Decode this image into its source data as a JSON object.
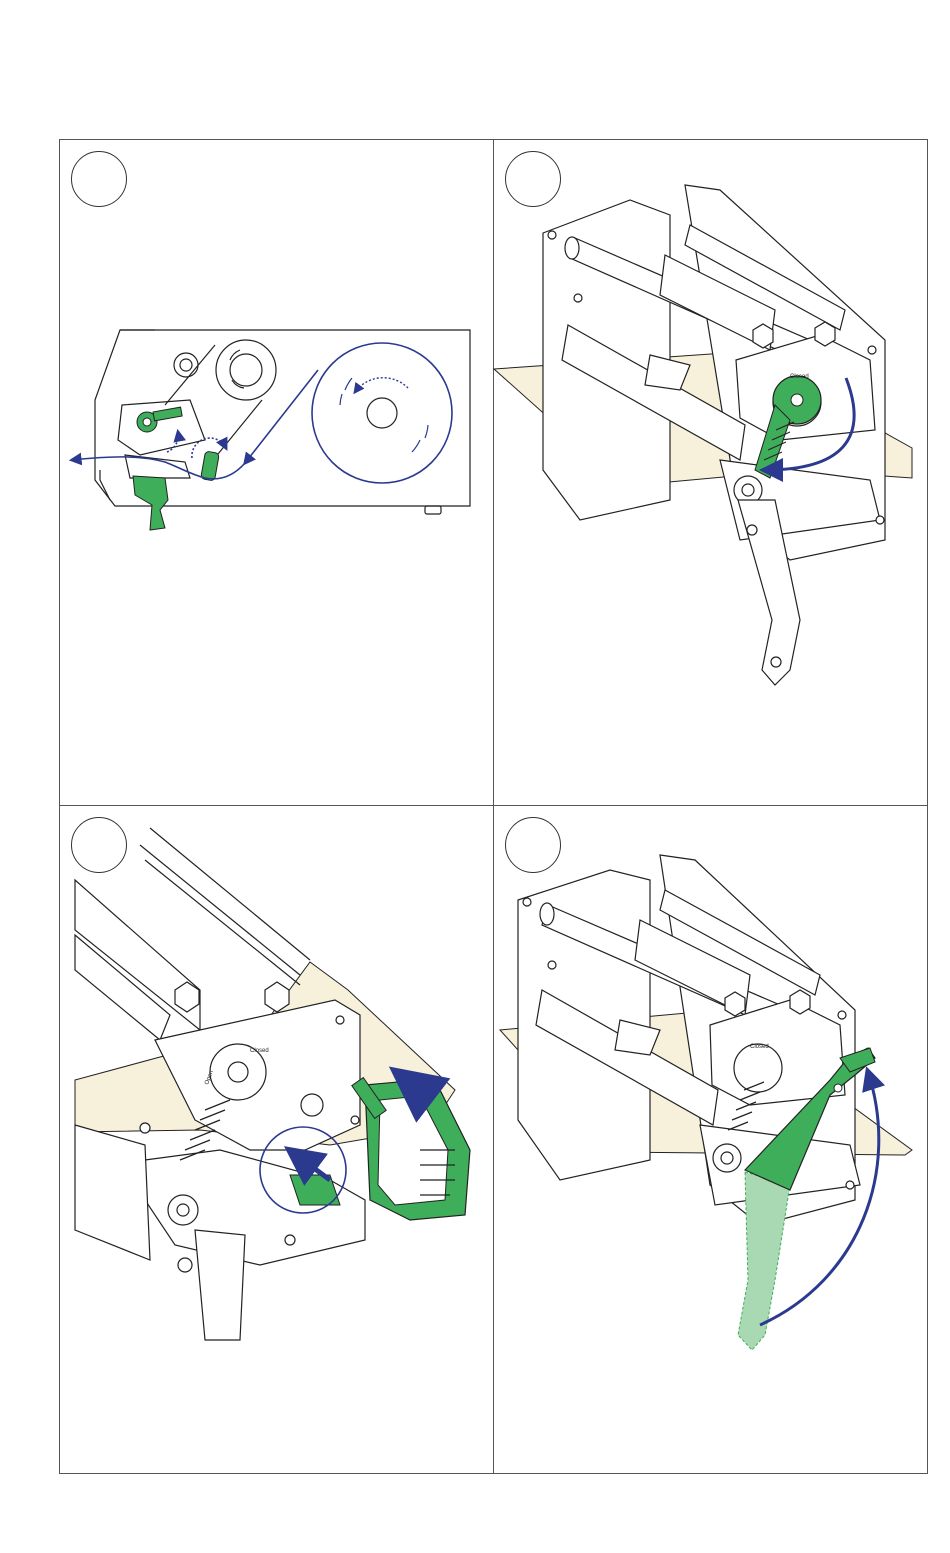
{
  "panels": [
    {
      "id": "step-1",
      "view": "side-view"
    },
    {
      "id": "step-2",
      "view": "front-view"
    },
    {
      "id": "step-3",
      "view": "detail-view"
    },
    {
      "id": "step-4",
      "view": "front-view"
    }
  ],
  "colors": {
    "lever_green": "#3fae5a",
    "lever_green_light": "#a9d9b3",
    "arrow_blue": "#2b3a8f",
    "paper": "#f7f1dc",
    "line": "#222222",
    "frame": "#555555"
  },
  "knob_labels": {
    "top": "Closed",
    "side": "Open"
  }
}
